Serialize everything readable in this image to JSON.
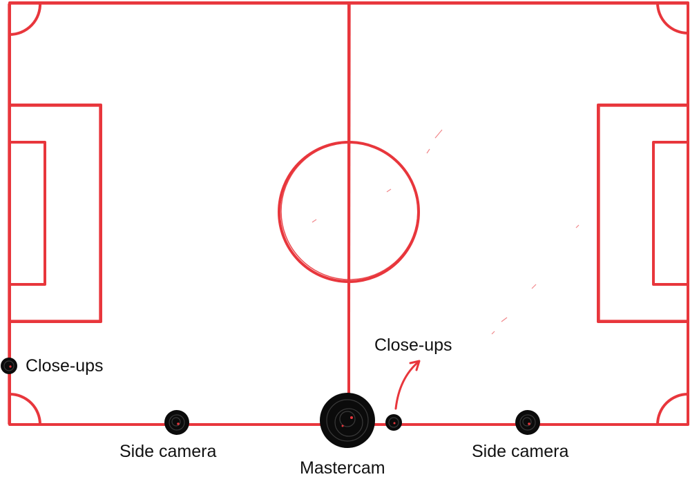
{
  "colors": {
    "field_lines": "#e8363c",
    "camera": "#0b0b0b",
    "label_text": "#111111",
    "background": "#ffffff"
  },
  "labels": {
    "close_ups_left": "Close-ups",
    "close_ups_center": "Close-ups",
    "side_camera_left": "Side camera",
    "mastercam": "Mastercam",
    "side_camera_right": "Side camera"
  },
  "icons": {
    "camera": "camera-marker-icon",
    "arrow": "curved-arrow-icon"
  }
}
